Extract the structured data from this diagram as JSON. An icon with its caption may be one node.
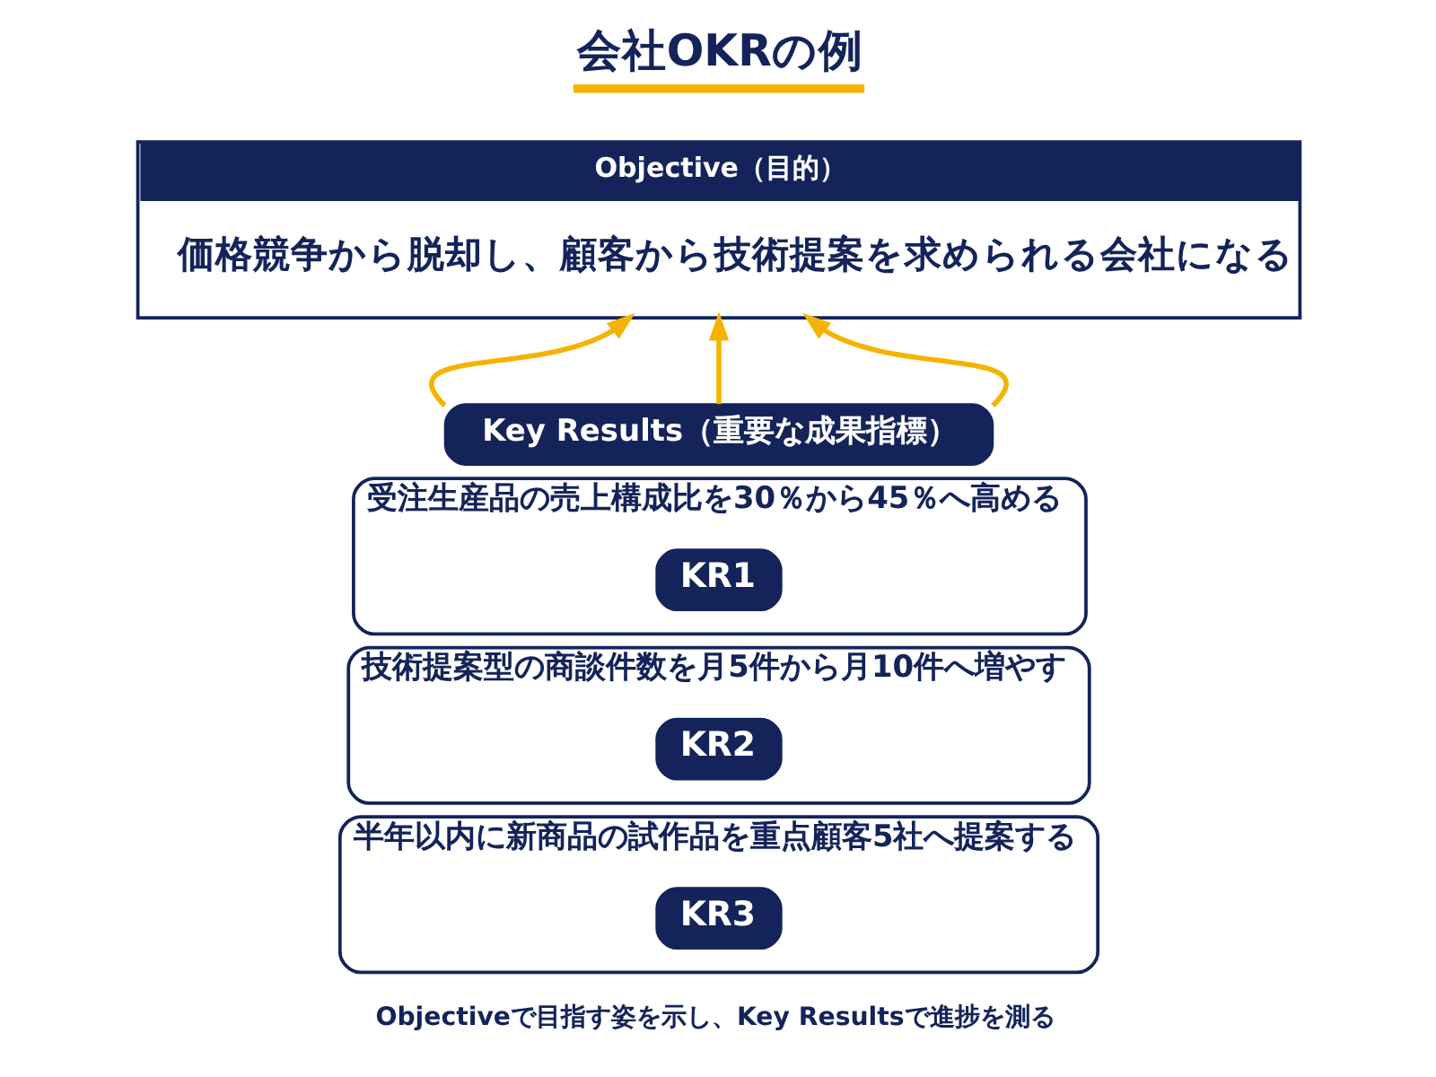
{
  "diagram": {
    "title": "会社OKRの例",
    "caption": "Objectiveで目指す姿を示し、Key Resultsで進捗を測る",
    "nodes": [
      {
        "text": [
          "Objective（目的）",
          "価格競争から脱却し、顧客から技術提案を求められる会社になる"
        ]
      },
      {
        "text": [
          "Key Results（重要な成果指標）"
        ]
      },
      {
        "text": [
          "受注生産品の売上構成比を30％から45％へ高める"
        ]
      },
      {
        "text": [
          "KR1"
        ],
        "in": 2
      },
      {
        "text": [
          "技術提案型の商談件数を月5件から月10件へ増やす"
        ]
      },
      {
        "text": [
          "KR2"
        ],
        "in": 4
      },
      {
        "text": [
          "半年以内に新商品の試作品を重点顧客5社へ提案する"
        ]
      },
      {
        "text": [
          "KR3"
        ],
        "in": 6
      }
    ],
    "edges": [
      {
        "from": 1,
        "to": 0,
        "arrow": "to"
      },
      {
        "from": 1,
        "to": 0,
        "arrow": "to"
      },
      {
        "from": 1,
        "to": 0,
        "arrow": "to"
      }
    ]
  }
}
